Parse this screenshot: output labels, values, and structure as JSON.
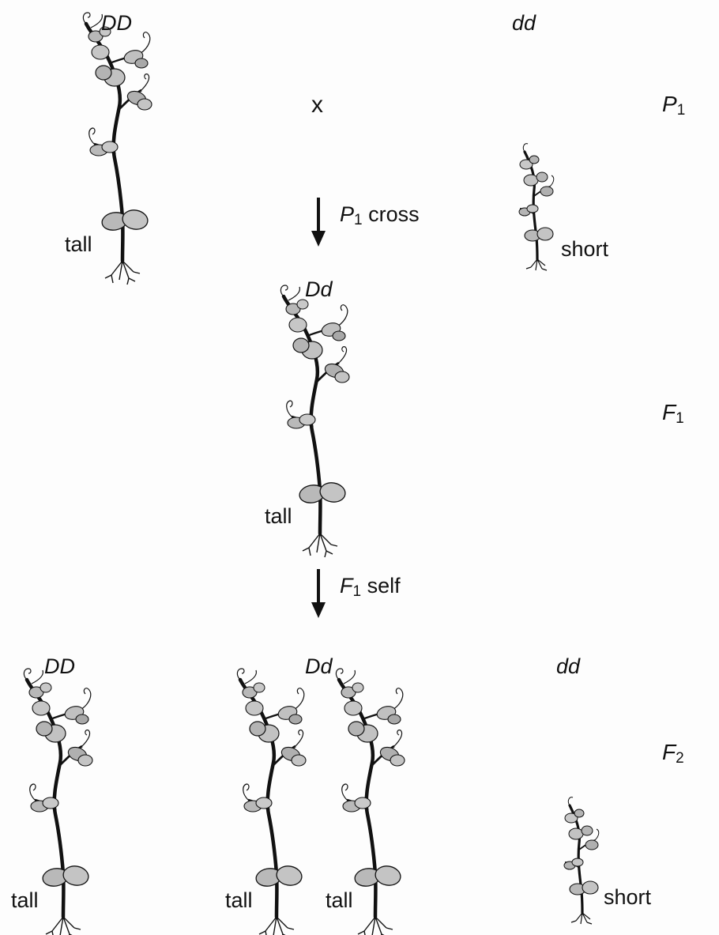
{
  "labels": {
    "p1_left_genotype": "DD",
    "p1_right_genotype": "dd",
    "f1_genotype": "Dd",
    "f2_left_genotype": "DD",
    "f2_middle_genotype": "Dd",
    "f2_right_genotype": "dd",
    "cross_symbol": "x"
  },
  "generations": {
    "p1": {
      "letter": "P",
      "sub": "1"
    },
    "f1": {
      "letter": "F",
      "sub": "1"
    },
    "f2": {
      "letter": "F",
      "sub": "2"
    }
  },
  "steps": {
    "p1_cross": {
      "letter": "P",
      "sub": "1",
      "text": "cross"
    },
    "f1_self": {
      "letter": "F",
      "sub": "1",
      "text": "self"
    }
  },
  "phenotypes": {
    "tall": "tall",
    "short": "short"
  },
  "colors": {
    "ink": "#111111",
    "leaf_fill": "#b9b9b9",
    "leaf_fill_dark": "#8f8f8f",
    "stem": "#111111"
  },
  "icons": {
    "tall_plant": "pea-plant-tall-icon",
    "short_plant": "pea-plant-short-icon",
    "arrow": "arrow-down-icon"
  }
}
